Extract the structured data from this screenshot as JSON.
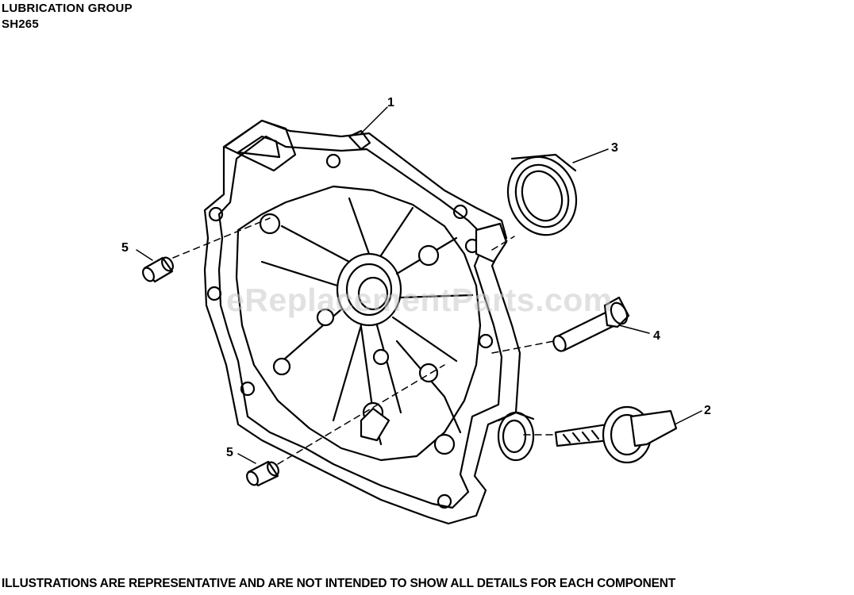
{
  "header": {
    "group_title": "LUBRICATION GROUP",
    "model": "SH265"
  },
  "footer": {
    "disclaimer": "ILLUSTRATIONS ARE REPRESENTATIVE AND ARE NOT INTENDED TO SHOW ALL DETAILS FOR EACH COMPONENT"
  },
  "watermark": "eReplacementParts.com",
  "callouts": {
    "part_1": "1",
    "part_2": "2",
    "part_3": "3",
    "part_4": "4",
    "part_5a": "5",
    "part_5b": "5"
  }
}
